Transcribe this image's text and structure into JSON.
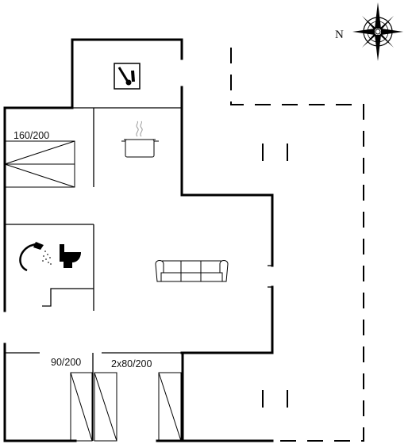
{
  "compass": {
    "north_label": "N",
    "icon": "compass-rose-icon"
  },
  "rooms": {
    "utility": {
      "icon": "washing-machine-icon"
    },
    "kitchen": {
      "icon": "cooking-pot-icon"
    },
    "bathroom": {
      "icons": [
        "shower-icon",
        "toilet-icon"
      ]
    },
    "living": {
      "icon": "sofa-icon"
    }
  },
  "beds": {
    "double": {
      "label": "160/200"
    },
    "single": {
      "label": "90/200"
    },
    "twin": {
      "label": "2x80/200"
    }
  },
  "colors": {
    "wall": "#000000",
    "background": "#ffffff"
  }
}
